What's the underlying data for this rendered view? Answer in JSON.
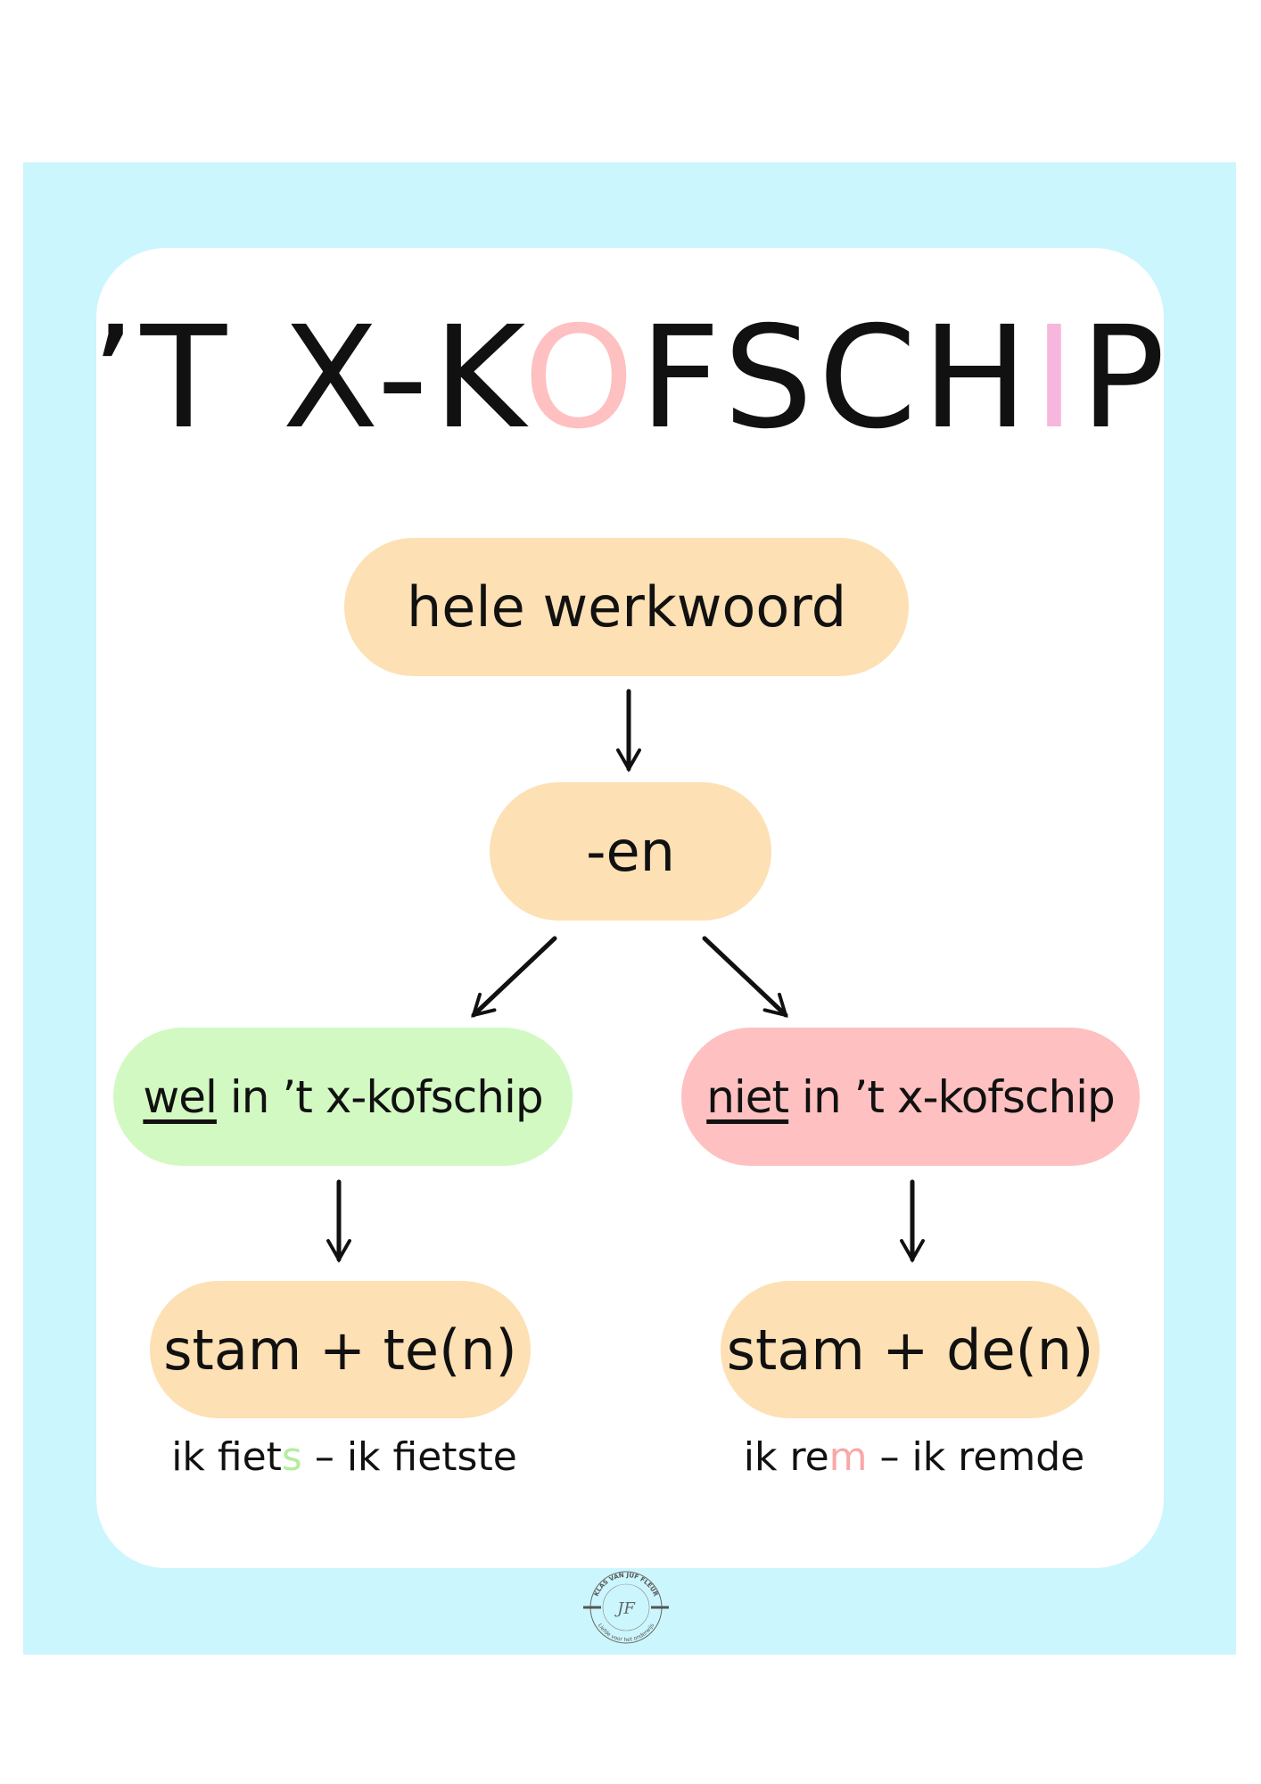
{
  "title": {
    "prefix": "’T X-K",
    "o": "O",
    "mid": "FSCH",
    "i": "I",
    "suffix": "P"
  },
  "boxes": {
    "top": "hele werkwoord",
    "middle": "-en",
    "left": {
      "emph": "wel",
      "rest": " in ’t x-kofschip"
    },
    "right": {
      "emph": "niet",
      "rest": " in ’t x-kofschip"
    },
    "left_rule": "stam + te(n)",
    "right_rule": "stam + de(n)"
  },
  "examples": {
    "left": {
      "a": "ik fiet",
      "highlight": "s",
      "b": " – ik fietste"
    },
    "right": {
      "a": "ik re",
      "highlight": "m",
      "b": " – ik remde"
    }
  },
  "logo": {
    "top_text": "KLAS VAN JUF FLEUR",
    "initials": "JF",
    "bottom_text": "Liefde voor het onderwijs"
  },
  "colors": {
    "background": "#ccf6fd",
    "box": "#fde0b3",
    "wel": "#d3f9c3",
    "niet": "#fec0c0",
    "title_o": "#fec0c0",
    "title_i": "#f7b7dc"
  }
}
